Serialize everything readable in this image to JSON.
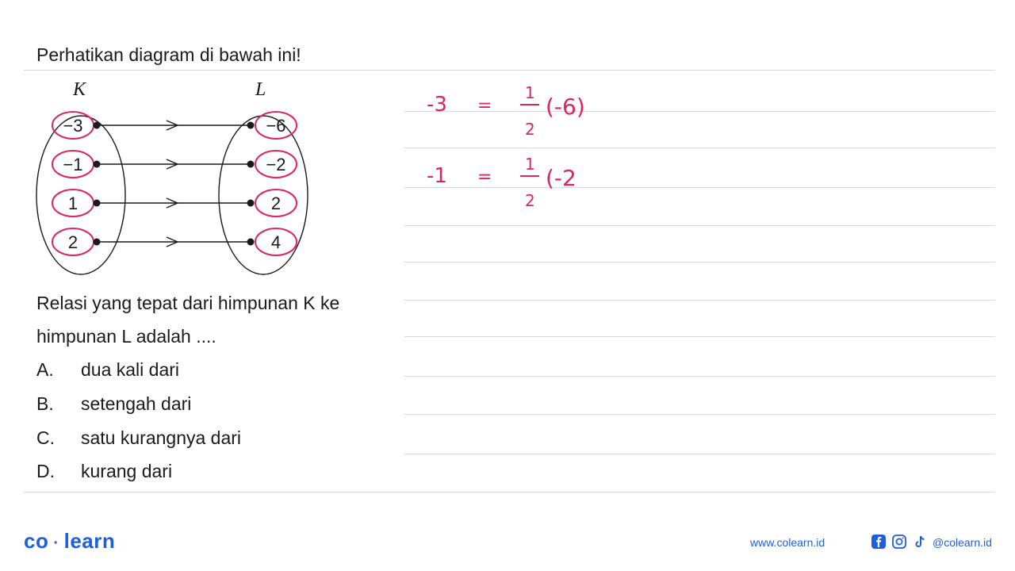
{
  "question": {
    "intro": "Perhatikan diagram di bawah ini!",
    "line1": "Relasi yang tepat dari himpunan K ke",
    "line2": "himpunan L adalah ....",
    "options": [
      {
        "letter": "A.",
        "text": "dua kali dari"
      },
      {
        "letter": "B.",
        "text": "setengah dari"
      },
      {
        "letter": "C.",
        "text": "satu kurangnya dari"
      },
      {
        "letter": "D.",
        "text": "kurang dari"
      }
    ]
  },
  "diagram": {
    "set_k_label": "K",
    "set_l_label": "L",
    "k_values": [
      "−3",
      "−1",
      "1",
      "2"
    ],
    "l_values": [
      "−6",
      "−2",
      "2",
      "4"
    ]
  },
  "notes": {
    "line1": {
      "lhs": "-3",
      "eq": "=",
      "num": "1",
      "den": "2",
      "rest": "(-6)"
    },
    "line2": {
      "lhs": "-1",
      "eq": "=",
      "num": "1",
      "den": "2",
      "rest": "(-2"
    },
    "ink_color": "#e0245e"
  },
  "footer": {
    "brand_part1": "co",
    "brand_part2": "learn",
    "url": "www.colearn.id",
    "handle": "@colearn.id",
    "brand_color": "#1e5fe0"
  }
}
